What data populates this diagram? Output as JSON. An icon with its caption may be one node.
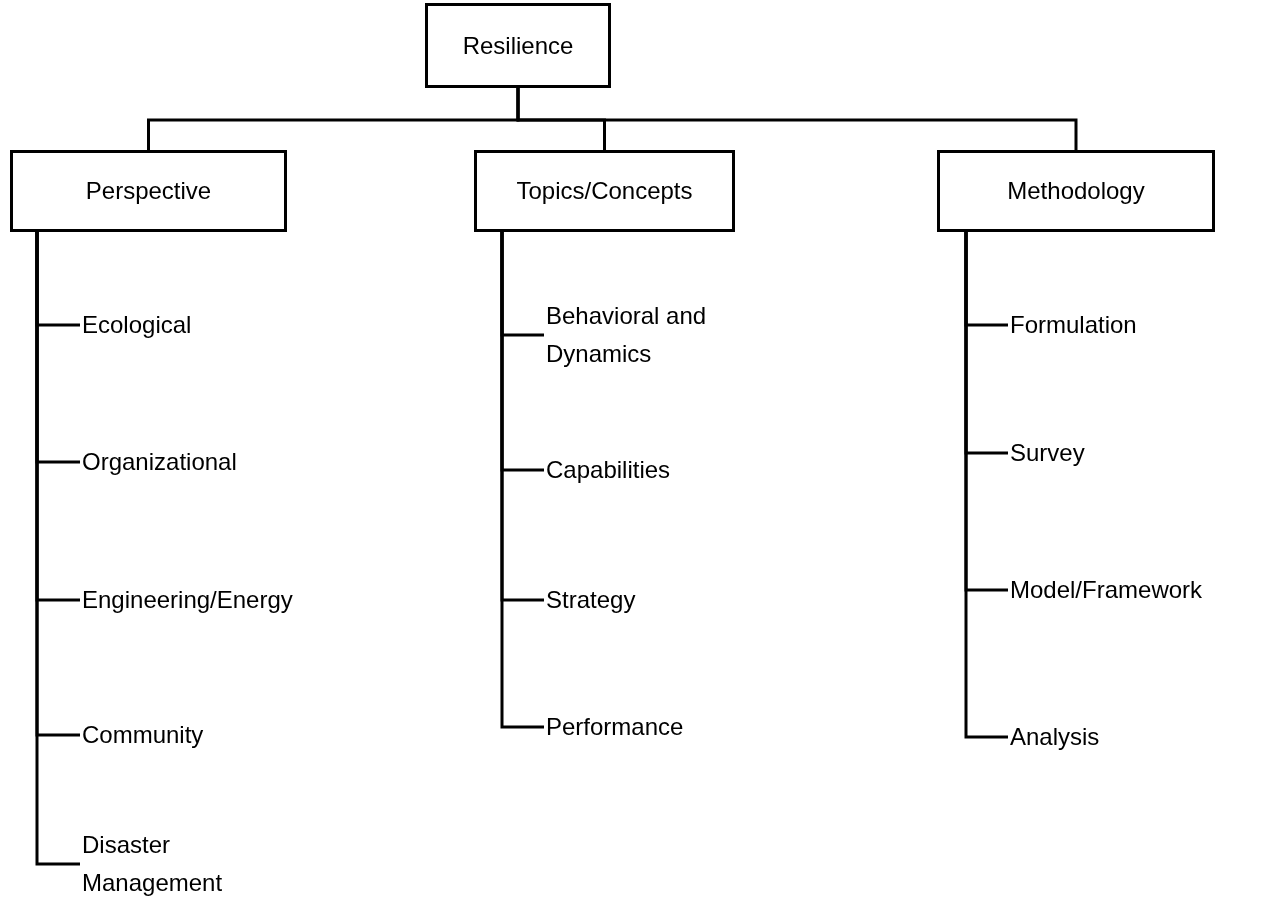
{
  "diagram": {
    "nodes": [
      {
        "text": [
          "Resilience"
        ]
      },
      {
        "text": [
          "Perspective"
        ]
      },
      {
        "text": [
          "Topics/Concepts"
        ]
      },
      {
        "text": [
          "Methodology"
        ]
      },
      {
        "text": [
          "Ecological"
        ]
      },
      {
        "text": [
          "Organizational"
        ]
      },
      {
        "text": [
          "Engineering/Energy"
        ]
      },
      {
        "text": [
          "Community"
        ]
      },
      {
        "text": [
          "Disaster Management"
        ]
      },
      {
        "text": [
          "Behavioral and Dynamics"
        ]
      },
      {
        "text": [
          "Capabilities"
        ]
      },
      {
        "text": [
          "Strategy"
        ]
      },
      {
        "text": [
          "Performance"
        ]
      },
      {
        "text": [
          "Formulation"
        ]
      },
      {
        "text": [
          "Survey"
        ]
      },
      {
        "text": [
          "Model/Framework"
        ]
      },
      {
        "text": [
          "Analysis"
        ]
      }
    ],
    "edges": [
      {
        "from": 0,
        "to": 1,
        "arrow": "none"
      },
      {
        "from": 0,
        "to": 2,
        "arrow": "none"
      },
      {
        "from": 0,
        "to": 3,
        "arrow": "none"
      },
      {
        "from": 1,
        "to": 4,
        "arrow": "none"
      },
      {
        "from": 1,
        "to": 5,
        "arrow": "none"
      },
      {
        "from": 1,
        "to": 6,
        "arrow": "none"
      },
      {
        "from": 1,
        "to": 7,
        "arrow": "none"
      },
      {
        "from": 1,
        "to": 8,
        "arrow": "none"
      },
      {
        "from": 2,
        "to": 9,
        "arrow": "none"
      },
      {
        "from": 2,
        "to": 10,
        "arrow": "none"
      },
      {
        "from": 2,
        "to": 11,
        "arrow": "none"
      },
      {
        "from": 2,
        "to": 12,
        "arrow": "none"
      },
      {
        "from": 3,
        "to": 13,
        "arrow": "none"
      },
      {
        "from": 3,
        "to": 14,
        "arrow": "none"
      },
      {
        "from": 3,
        "to": 15,
        "arrow": "none"
      },
      {
        "from": 3,
        "to": 16,
        "arrow": "none"
      }
    ]
  }
}
